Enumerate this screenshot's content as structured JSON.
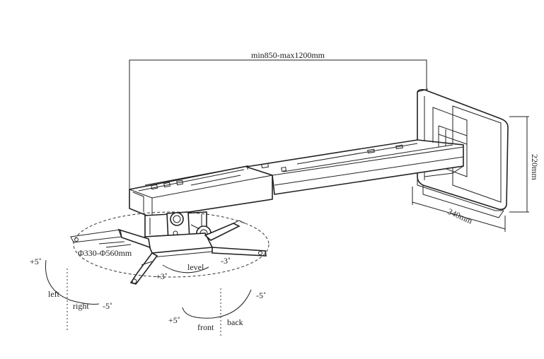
{
  "dimensions": {
    "arm_length": "min850-max1200mm",
    "plate_height": "220mm",
    "plate_width": "340mm",
    "bracket_diameter": "Φ330-Φ560mm"
  },
  "adjustments": {
    "level": "level",
    "level_minus": "-3˚",
    "level_plus": "+3˚",
    "left": "left",
    "right": "right",
    "left_plus": "+5˚",
    "right_minus": "-5˚",
    "front": "front",
    "back": "back",
    "front_plus": "+5˚",
    "back_minus": "-5˚"
  }
}
